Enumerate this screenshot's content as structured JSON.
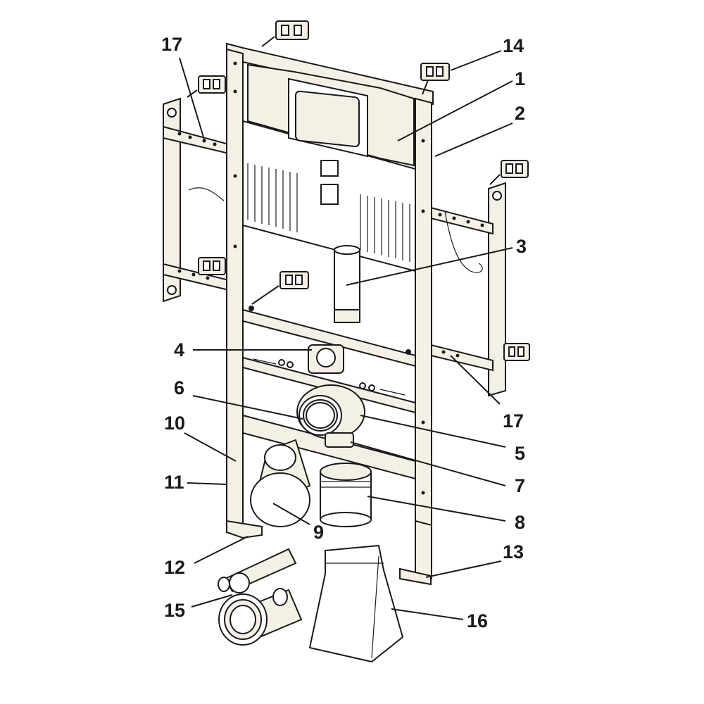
{
  "colors": {
    "background": "#ffffff",
    "line": "#1a1a1a",
    "part_fill": "#f5f0e6"
  },
  "callouts": [
    {
      "id": "c17a",
      "text": "17"
    },
    {
      "id": "c14",
      "text": "14"
    },
    {
      "id": "c1",
      "text": "1"
    },
    {
      "id": "c2",
      "text": "2"
    },
    {
      "id": "c3",
      "text": "3"
    },
    {
      "id": "c4",
      "text": "4"
    },
    {
      "id": "c6",
      "text": "6"
    },
    {
      "id": "c17b",
      "text": "17"
    },
    {
      "id": "c10",
      "text": "10"
    },
    {
      "id": "c5",
      "text": "5"
    },
    {
      "id": "c11",
      "text": "11"
    },
    {
      "id": "c7",
      "text": "7"
    },
    {
      "id": "c8",
      "text": "8"
    },
    {
      "id": "c9",
      "text": "9"
    },
    {
      "id": "c12",
      "text": "12"
    },
    {
      "id": "c13",
      "text": "13"
    },
    {
      "id": "c15",
      "text": "15"
    },
    {
      "id": "c16",
      "text": "16"
    }
  ]
}
